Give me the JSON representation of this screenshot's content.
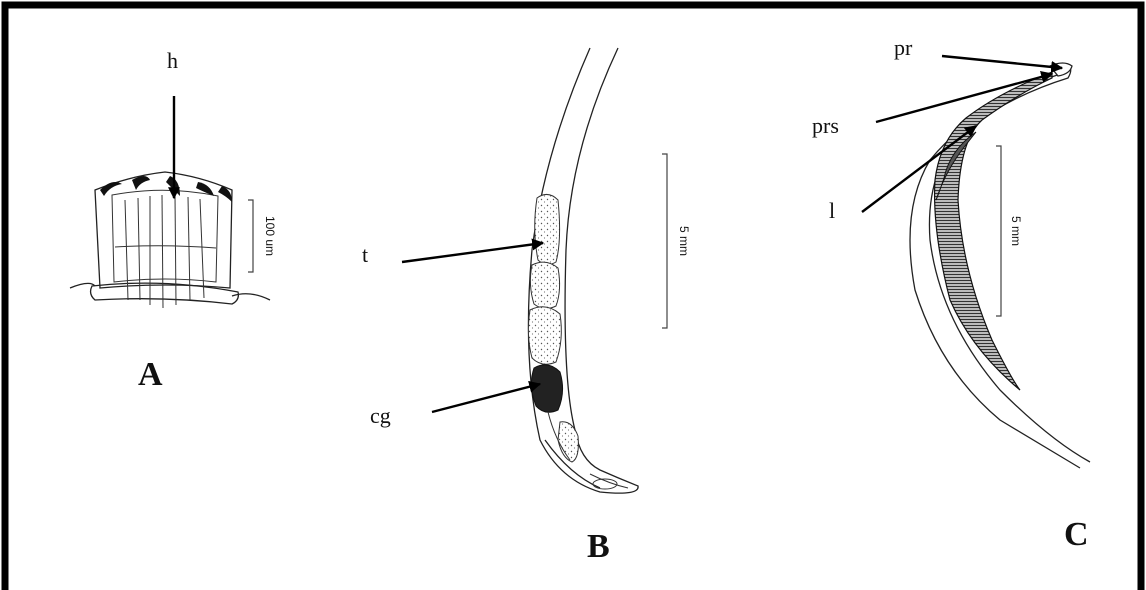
{
  "panels": {
    "a": {
      "letter": "A",
      "scale": "100 um",
      "labels": {
        "h": "h"
      }
    },
    "b": {
      "letter": "B",
      "scale": "5 mm",
      "labels": {
        "t": "t",
        "cg": "cg"
      }
    },
    "c": {
      "letter": "C",
      "scale": "5 mm",
      "labels": {
        "pr": "pr",
        "prs": "prs",
        "l": "l"
      }
    }
  }
}
